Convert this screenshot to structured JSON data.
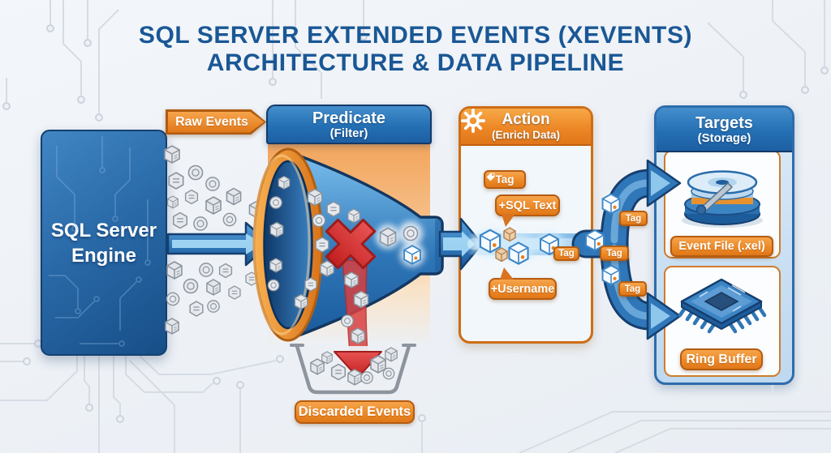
{
  "title": {
    "line1": "SQL SERVER EXTENDED EVENTS (XEVENTS)",
    "line2": "ARCHITECTURE & DATA PIPELINE"
  },
  "engine": {
    "name_line1": "SQL Server",
    "name_line2": "Engine"
  },
  "raw_events_label": "Raw Events",
  "predicate": {
    "title": "Predicate",
    "subtitle": "(Filter)"
  },
  "discarded_events_label": "Discarded Events",
  "action": {
    "title": "Action",
    "subtitle": "(Enrich Data)",
    "header_icon": "gear-icon",
    "tag_chip": "Tag",
    "tag_chip_icon": "tag-icon",
    "enrichments": [
      "+SQL Text",
      "+Username"
    ],
    "stream_tag_badge": "Tag"
  },
  "pipeline": {
    "tag_badges": [
      "Tag",
      "Tag",
      "Tag"
    ]
  },
  "targets": {
    "title": "Targets",
    "subtitle": "(Storage)",
    "items": [
      {
        "label": "Event File (.xel)",
        "icon": "hard-disk-icon"
      },
      {
        "label": "Ring Buffer",
        "icon": "memory-chip-icon"
      }
    ]
  },
  "colors": {
    "background": "#eef1f6",
    "title_blue": "#1a5795",
    "header_blue": "#1d5fa3",
    "accent_orange": "#e8811f",
    "funnel_blue": "#2f77b8",
    "reject_red": "#c21f1f"
  }
}
